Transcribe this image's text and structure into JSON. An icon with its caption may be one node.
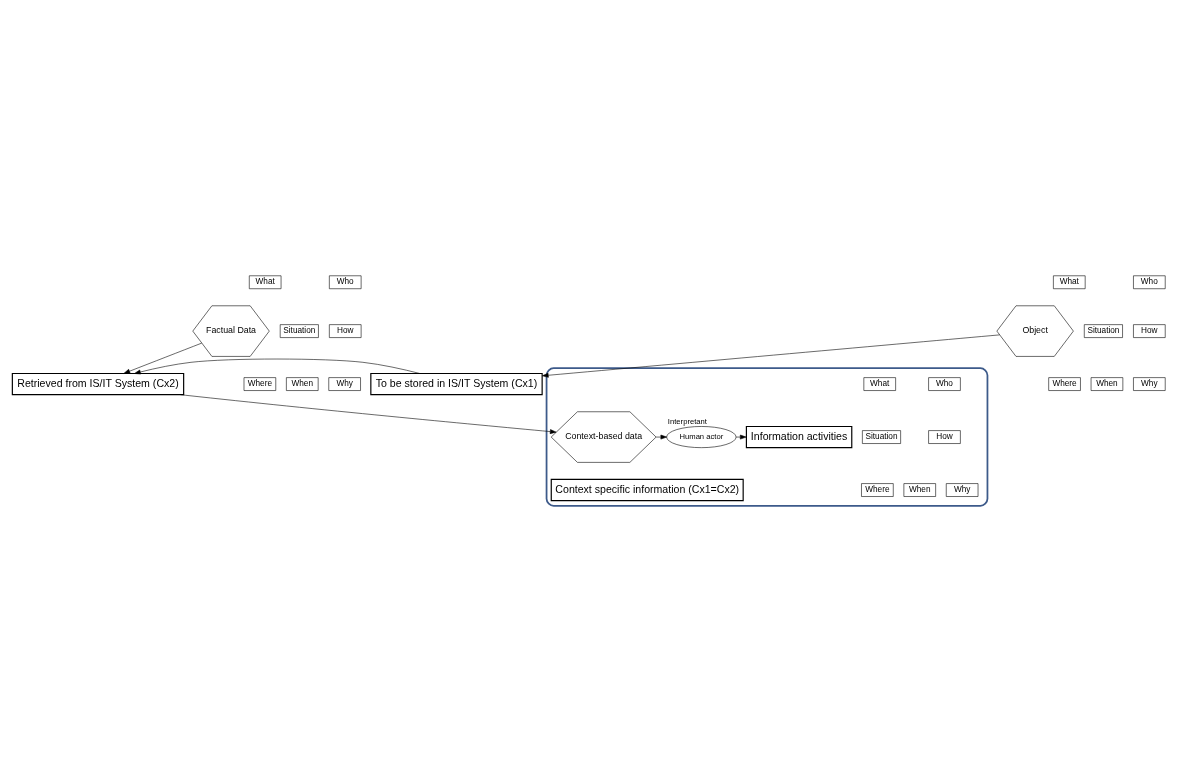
{
  "diagram": {
    "nodes": [
      {
        "text": [
          "Object"
        ]
      },
      {
        "text": [
          "What"
        ]
      },
      {
        "text": [
          "Who"
        ]
      },
      {
        "text": [
          "Situation"
        ]
      },
      {
        "text": [
          "How"
        ]
      },
      {
        "text": [
          "Where"
        ]
      },
      {
        "text": [
          "Why"
        ]
      },
      {
        "text": [
          "When"
        ]
      },
      {
        "text": [
          "Factual Data"
        ]
      },
      {
        "text": [
          "What"
        ]
      },
      {
        "text": [
          "Who"
        ]
      },
      {
        "text": [
          "Situation"
        ]
      },
      {
        "text": [
          "How"
        ]
      },
      {
        "text": [
          "Where"
        ]
      },
      {
        "text": [
          "Why"
        ]
      },
      {
        "text": [
          "When"
        ]
      },
      {
        "text": [
          "To be stored in IS/IT System (Cx1)"
        ]
      },
      {
        "text": [
          "Retrieved from IS/IT System (Cx2)"
        ]
      },
      {
        "text": [],
        "shape": "ellipse"
      },
      {
        "text": [
          "Context-based data"
        ],
        "in": 18
      },
      {
        "text": [
          "What"
        ],
        "in": 18
      },
      {
        "text": [
          "Who"
        ],
        "in": 18
      },
      {
        "text": [
          "Situation"
        ],
        "in": 18
      },
      {
        "text": [
          "How"
        ],
        "in": 18
      },
      {
        "text": [
          "Where"
        ],
        "in": 18
      },
      {
        "text": [
          "Why"
        ],
        "in": 18
      },
      {
        "text": [
          "When"
        ],
        "in": 18
      },
      {
        "text": [
          "Human actor"
        ],
        "beside": [
          "Interpretant"
        ],
        "in": 18
      },
      {
        "text": [
          "Information activities"
        ],
        "in": 18
      },
      {
        "text": [
          "Context specific information (Cx1=Cx2)"
        ],
        "in": 18
      }
    ],
    "edges": [
      {
        "from": 0,
        "to": 16,
        "arrow": "to"
      },
      {
        "from": 8,
        "to": 17,
        "arrow": "to"
      },
      {
        "from": 16,
        "to": 17,
        "arrow": "to"
      },
      {
        "from": 17,
        "to": 19,
        "arrow": "to"
      },
      {
        "from": 19,
        "to": 27,
        "arrow": "to"
      },
      {
        "from": 27,
        "to": 28,
        "arrow": "to"
      }
    ]
  }
}
